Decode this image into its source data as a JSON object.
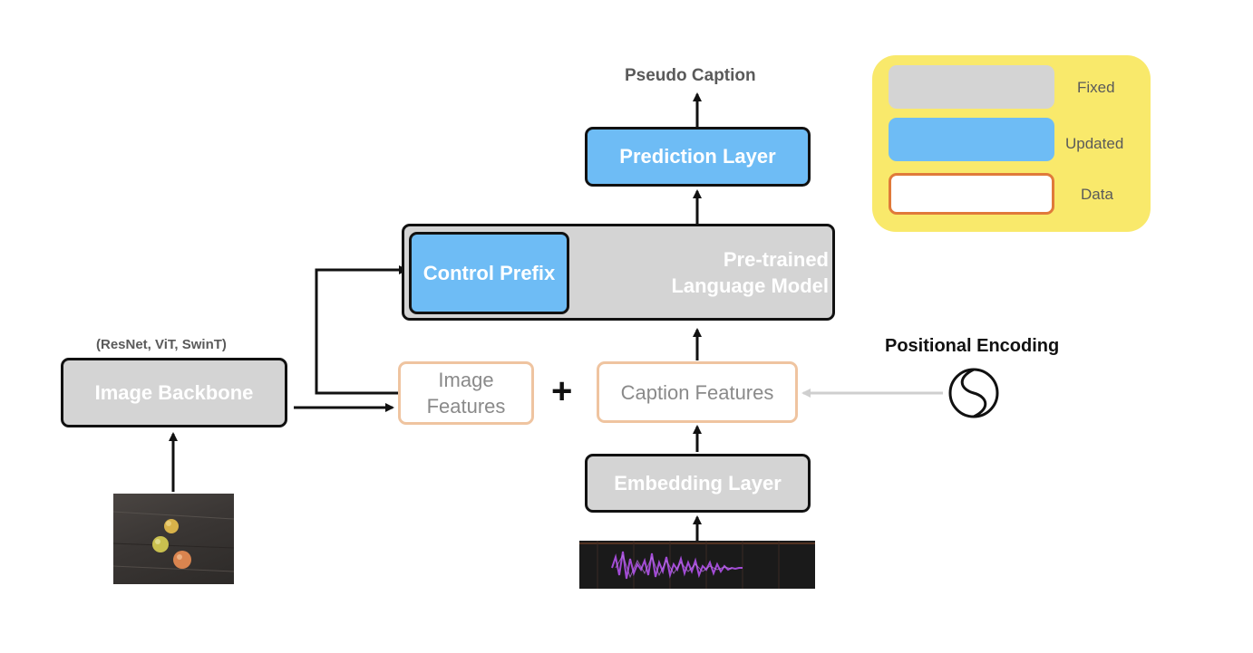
{
  "diagram": {
    "output_label": "Pseudo Caption",
    "prediction_layer": "Prediction Layer",
    "control_prefix": "Control Prefix",
    "language_model": [
      "Pre-trained",
      "Language Model"
    ],
    "image_backbone": "Image Backbone",
    "backbone_variants": "(ResNet, ViT, SwinT)",
    "image_features": [
      "Image",
      "Features"
    ],
    "plus_sign": "+",
    "caption_features": "Caption Features",
    "positional_encoding": "Positional Encoding",
    "embedding_layer": "Embedding Layer"
  },
  "legend": {
    "fixed": "Fixed",
    "updated": "Updated",
    "data": "Data"
  },
  "colors": {
    "fixed": "#d4d4d4",
    "updated": "#6ebcf5",
    "data_border": "#efc4a0",
    "legend_bg": "#f9e96b",
    "legend_data_border": "#e07a3a"
  }
}
